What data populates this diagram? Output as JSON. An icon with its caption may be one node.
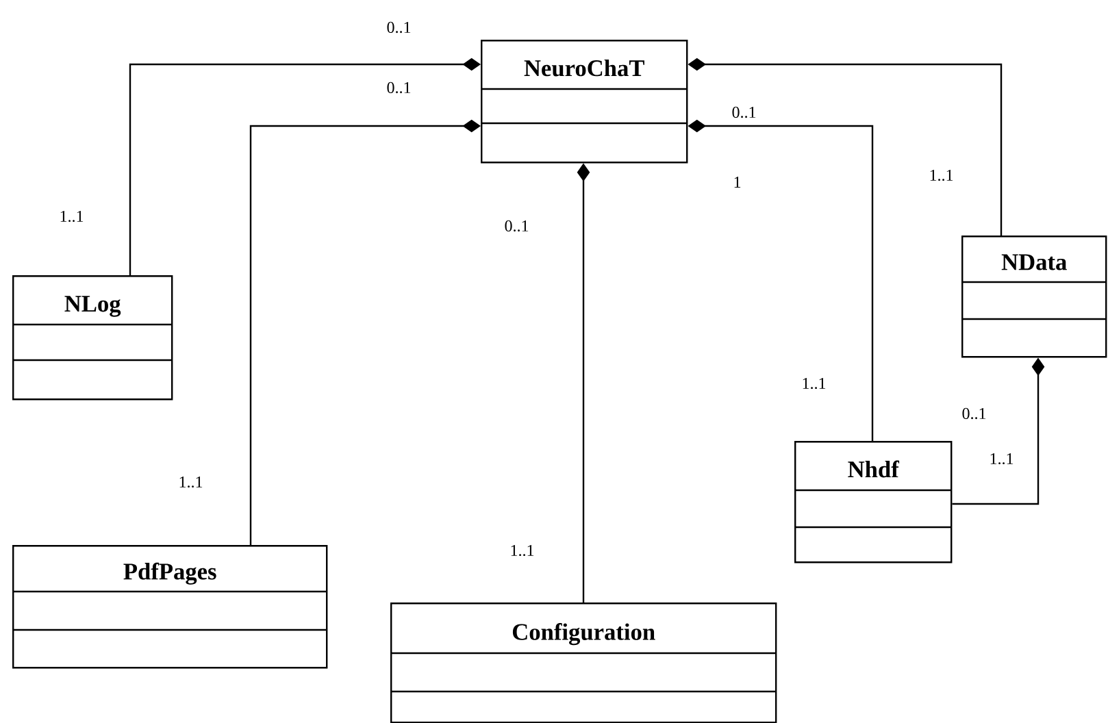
{
  "diagram": {
    "nodes": [
      {
        "text": [
          "NeuroChaT"
        ]
      },
      {
        "text": [
          "NLog"
        ]
      },
      {
        "text": [
          "NData"
        ]
      },
      {
        "text": [
          "Nhdf"
        ]
      },
      {
        "text": [
          "PdfPages"
        ]
      },
      {
        "text": [
          "Configuration"
        ]
      }
    ],
    "edges": [
      {
        "from": 0,
        "to": 1,
        "arrow": "other"
      },
      {
        "from": 0,
        "to": 4,
        "arrow": "other"
      },
      {
        "from": 0,
        "to": 5,
        "arrow": "other"
      },
      {
        "from": 0,
        "to": 3,
        "arrow": "other"
      },
      {
        "from": 0,
        "to": 2,
        "arrow": "other"
      },
      {
        "from": 2,
        "to": 3,
        "arrow": "other"
      }
    ],
    "labels": [
      "0..1",
      "0..1",
      "0..1",
      "1..1",
      "1",
      "1..1",
      "0..1",
      "1..1",
      "0..1",
      "1..1",
      "1..1",
      "1..1"
    ]
  }
}
